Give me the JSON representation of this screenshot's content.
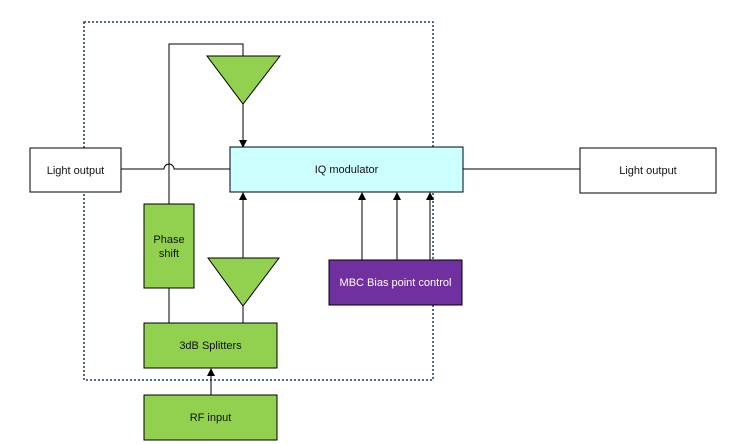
{
  "blocks": {
    "light_output_left": "Light output",
    "light_output_right": "Light output",
    "iq_modulator": "IQ modulator",
    "phase_shift_line1": "Phase",
    "phase_shift_line2": "shift",
    "splitters": "3dB Splitters",
    "rf_input": "RF input",
    "bias_control": "MBC Bias point control"
  },
  "colors": {
    "green": "#92d050",
    "iq_fill": "#ccffff",
    "purple": "#7030a0",
    "stroke": "#000000",
    "white": "#ffffff",
    "dotted_border": "#1f3864"
  }
}
